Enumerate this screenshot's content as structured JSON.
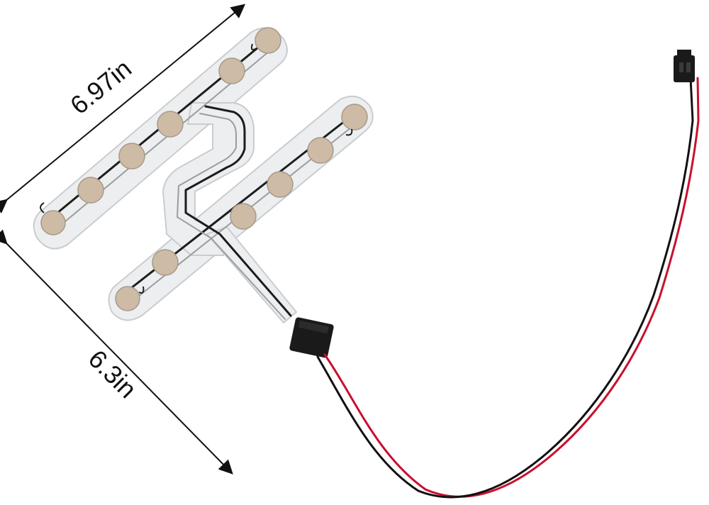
{
  "dimensions": {
    "width_label": "6.97in",
    "height_label": "6.3in"
  },
  "colors": {
    "film": "#eceeef",
    "film_edge": "#c9cdd0",
    "pad": "#cdbba6",
    "pad_edge": "#a8988a",
    "trace_dark": "#1d1d1d",
    "trace_light": "#9a9da0",
    "connector": "#1a1a1a",
    "wire_red": "#c8102e",
    "wire_black": "#111111",
    "arrow": "#111111"
  },
  "product": {
    "type": "seat-heater-sensor-film",
    "sensor_pad_count": 12,
    "wire_colors": [
      "red",
      "black"
    ],
    "plug_icon": "two-pin-plug-icon"
  }
}
